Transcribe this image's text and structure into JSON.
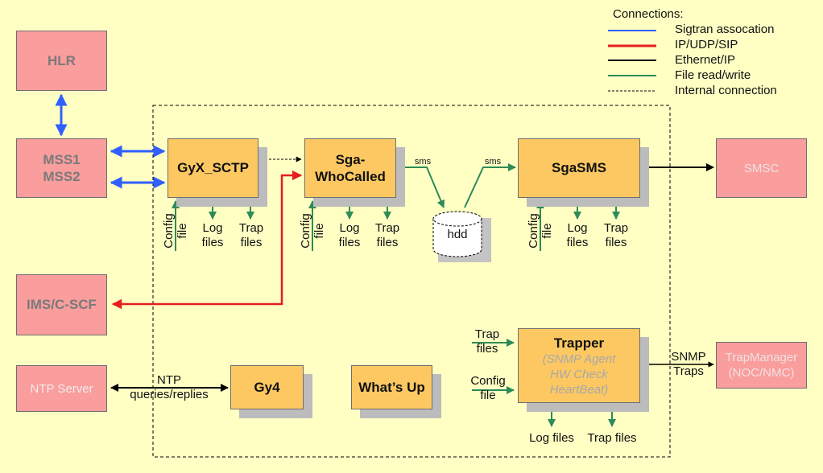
{
  "legend": {
    "title": "Connections:",
    "items": [
      {
        "label": "Sigtran assocation",
        "color": "#2f5fff",
        "style": "solid"
      },
      {
        "label": "IP/UDP/SIP",
        "color": "#e61e1e",
        "style": "solid"
      },
      {
        "label": "Ethernet/IP",
        "color": "#000000",
        "style": "solid"
      },
      {
        "label": "File read/write",
        "color": "#2e8b57",
        "style": "solid"
      },
      {
        "label": "Internal connection",
        "color": "#000000",
        "style": "dashed"
      }
    ]
  },
  "external": {
    "hlr": "HLR",
    "mss_line1": "MSS1",
    "mss_line2": "MSS2",
    "ims": "IMS/C-SCF",
    "ntp_server": "NTP Server",
    "smsc": "SMSC",
    "trapmanager_line1": "TrapManager",
    "trapmanager_line2": "(NOC/NMC)"
  },
  "processes": {
    "gyx_sctp": "GyX_SCTP",
    "sga_whocalled_line1": "Sga-",
    "sga_whocalled_line2": "WhoCalled",
    "sgasms": "SgaSMS",
    "gy4": "Gy4",
    "whats_up": "What’s Up",
    "trapper": "Trapper",
    "trapper_sub1": "(SNMP Agent",
    "trapper_sub2": "HW Check",
    "trapper_sub3": "HeartBeat)"
  },
  "storage": {
    "hdd": "hdd"
  },
  "files": {
    "config": "Config",
    "file": "file",
    "log": "Log",
    "trap": "Trap",
    "files_word": "files",
    "log_files": "Log files",
    "trap_files": "Trap files"
  },
  "edges": {
    "sms": "sms",
    "ntp_line1": "NTP",
    "ntp_line2": "queries/replies",
    "snmp_line1": "SNMP",
    "snmp_line2": "Traps"
  }
}
